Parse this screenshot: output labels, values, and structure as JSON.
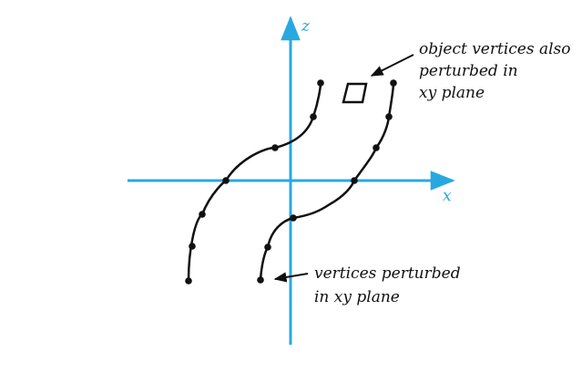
{
  "colors": {
    "axis": "#29a8e0",
    "curve": "#111111"
  },
  "axes": {
    "z_label": "z",
    "x_label": "x"
  },
  "annotations": {
    "object": {
      "line1": "object vertices also",
      "line2": "perturbed in",
      "line3": "xy plane"
    },
    "vertices": {
      "line1": "vertices perturbed",
      "line2": "in xy plane"
    }
  },
  "icons": {
    "arrow": "arrow-icon",
    "vertex": "vertex-dot-icon",
    "object": "quadrilateral-icon"
  }
}
